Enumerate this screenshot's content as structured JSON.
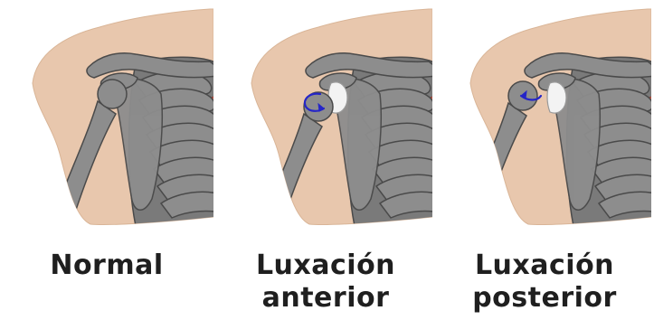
{
  "panels": [
    {
      "id": "normal",
      "caption_lines": [
        "Normal"
      ],
      "state": "normal"
    },
    {
      "id": "anterior",
      "caption_lines": [
        "Luxación",
        "anterior"
      ],
      "state": "anterior"
    },
    {
      "id": "posterior",
      "caption_lines": [
        "Luxación",
        "posterior"
      ],
      "state": "posterior"
    }
  ],
  "colors": {
    "skin": "#e8c7ad",
    "bone": "#8d8d8d",
    "bone_outline": "#4a4a4a",
    "cartilage": "#f3f3f3",
    "muscle": "#c85a4a",
    "arrow": "#2525c8"
  },
  "icons": [
    "rotation-arrow-icon"
  ]
}
